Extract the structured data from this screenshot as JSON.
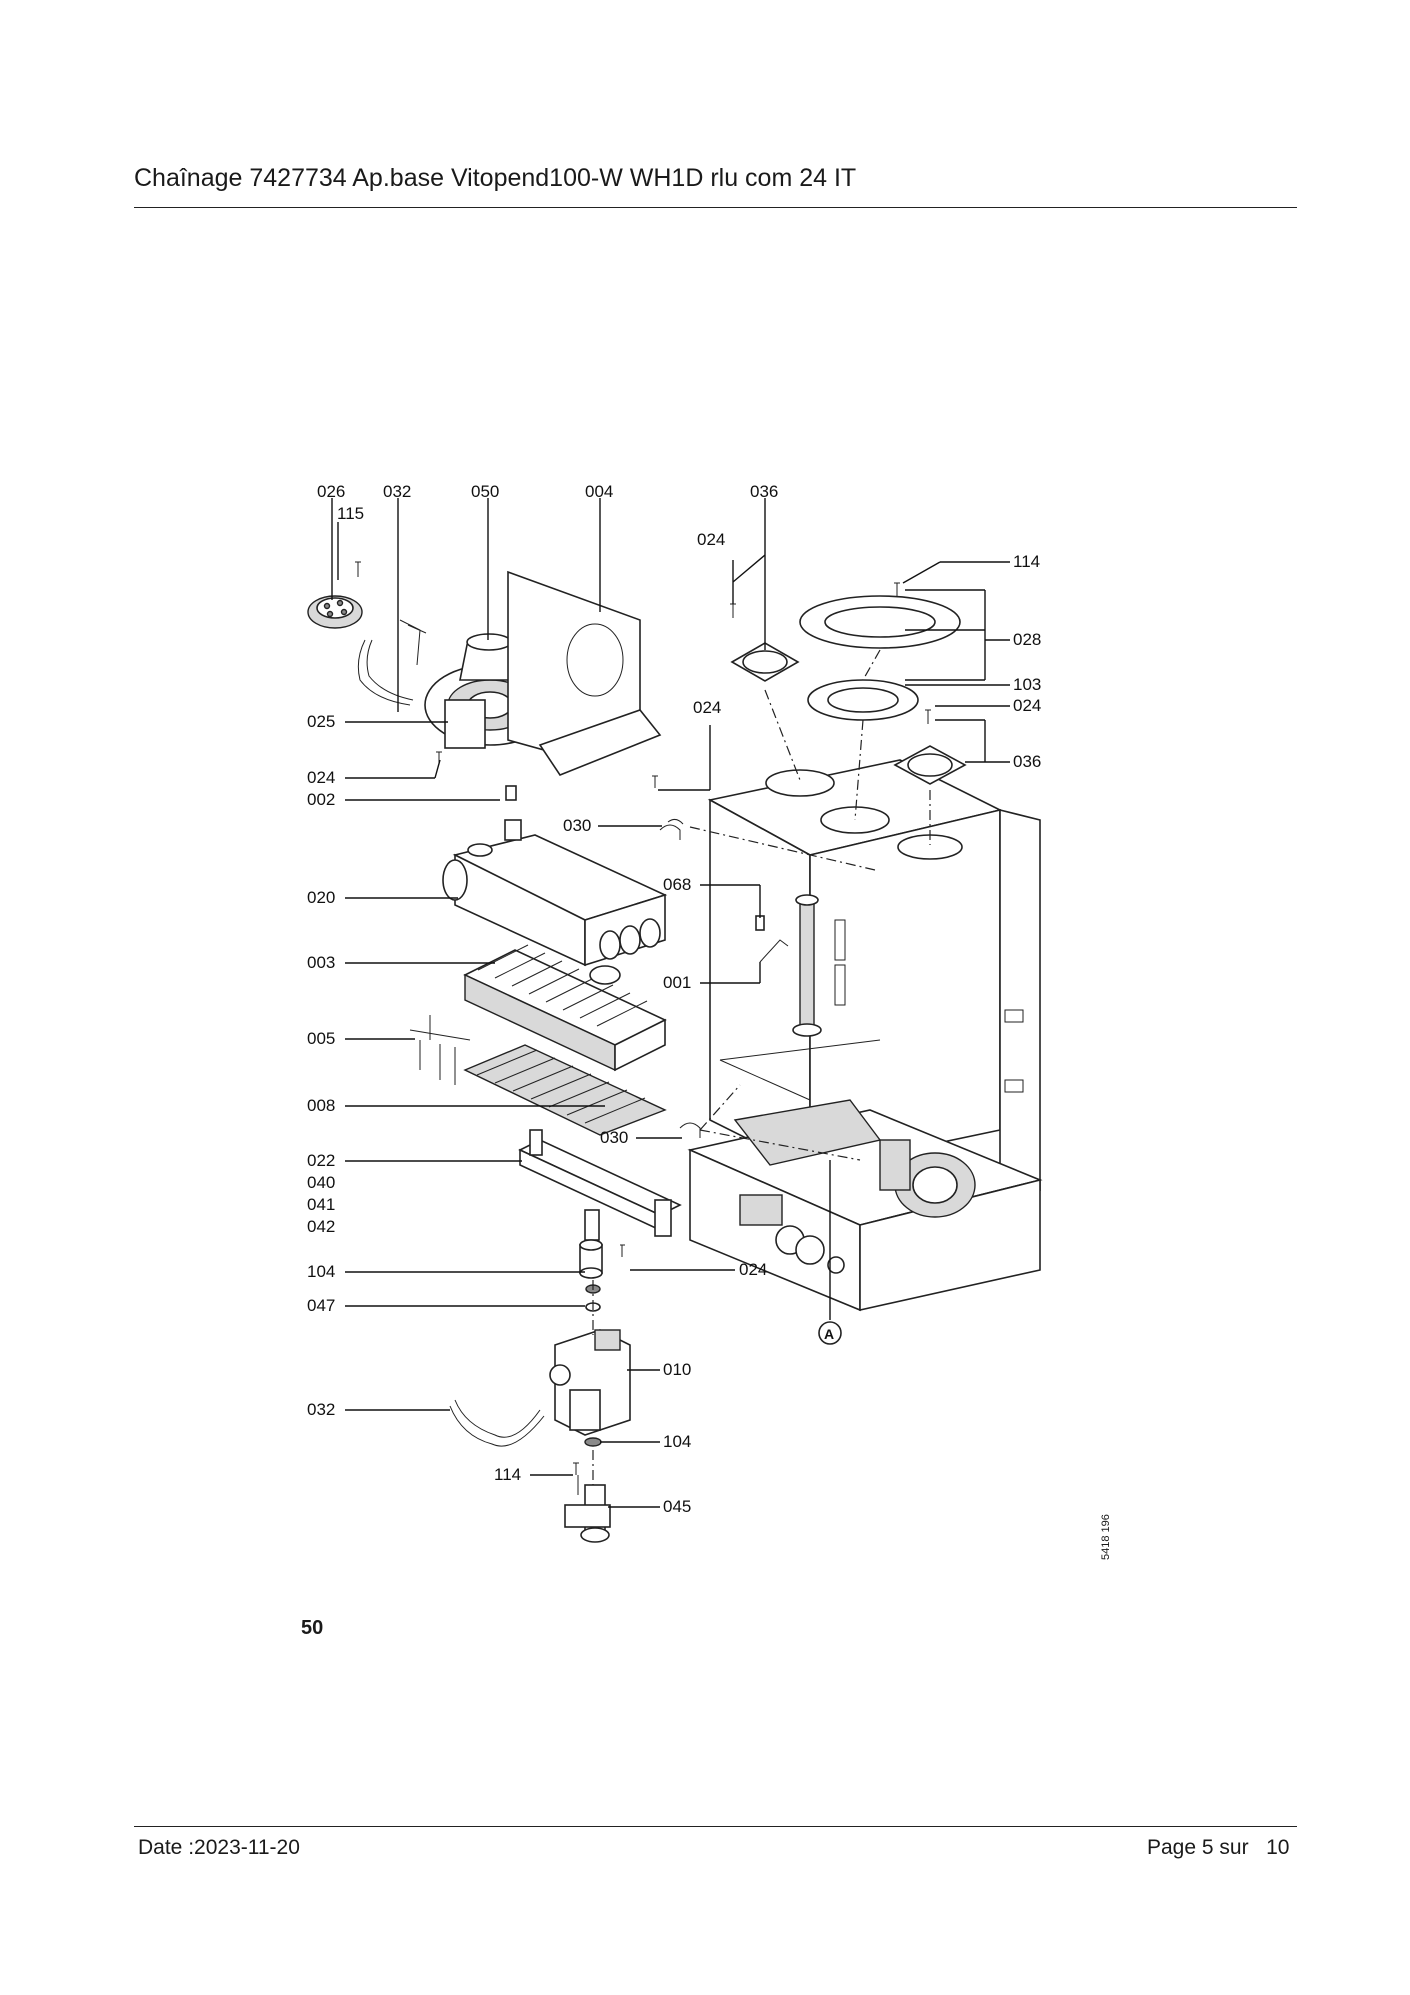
{
  "header": {
    "title": "Chaînage 7427734 Ap.base Vitopend100-W WH1D rlu com 24 IT"
  },
  "figure": {
    "number": "50",
    "drawing_ref": "5418 196",
    "callout_A": "A",
    "labels": {
      "l026": "026",
      "l115": "115",
      "l032a": "032",
      "l050": "050",
      "l004": "004",
      "l036a": "036",
      "l024a": "024",
      "l114a": "114",
      "l028": "028",
      "l103": "103",
      "l024b": "024",
      "l036b": "036",
      "l025": "025",
      "l024c": "024",
      "l024d": "024",
      "l002": "002",
      "l030a": "030",
      "l020": "020",
      "l068": "068",
      "l003": "003",
      "l001": "001",
      "l005": "005",
      "l008": "008",
      "l030b": "030",
      "l022": "022",
      "l040": "040",
      "l041": "041",
      "l042": "042",
      "l104a": "104",
      "l024e": "024",
      "l047": "047",
      "l010": "010",
      "l032b": "032",
      "l104b": "104",
      "l114b": "114",
      "l045": "045"
    }
  },
  "footer": {
    "date": "Date :2023-11-20",
    "page": "Page 5 sur",
    "total": "10"
  }
}
